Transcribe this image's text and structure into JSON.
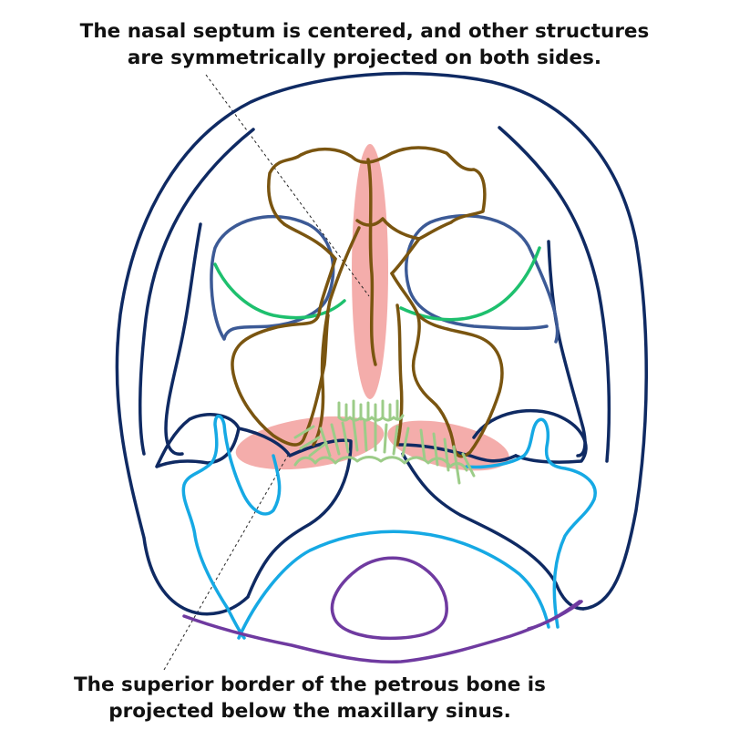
{
  "annotations": {
    "top": {
      "line1": "The nasal septum is centered, and other structures",
      "line2": "are symmetrically projected on both sides."
    },
    "bottom": {
      "line1": "The superior border of the petrous bone is",
      "line2": "projected below the maxillary sinus."
    }
  },
  "colors": {
    "skull_outline": "#0f2a63",
    "orbit": "#3c5a96",
    "sinus_outline": "#7a5510",
    "innominate_line": "#1ec06e",
    "petrous_ridge": "#16a9e4",
    "mandible": "#6f3aa0",
    "teeth": "#9ccc88",
    "highlight": "#f08a88"
  }
}
